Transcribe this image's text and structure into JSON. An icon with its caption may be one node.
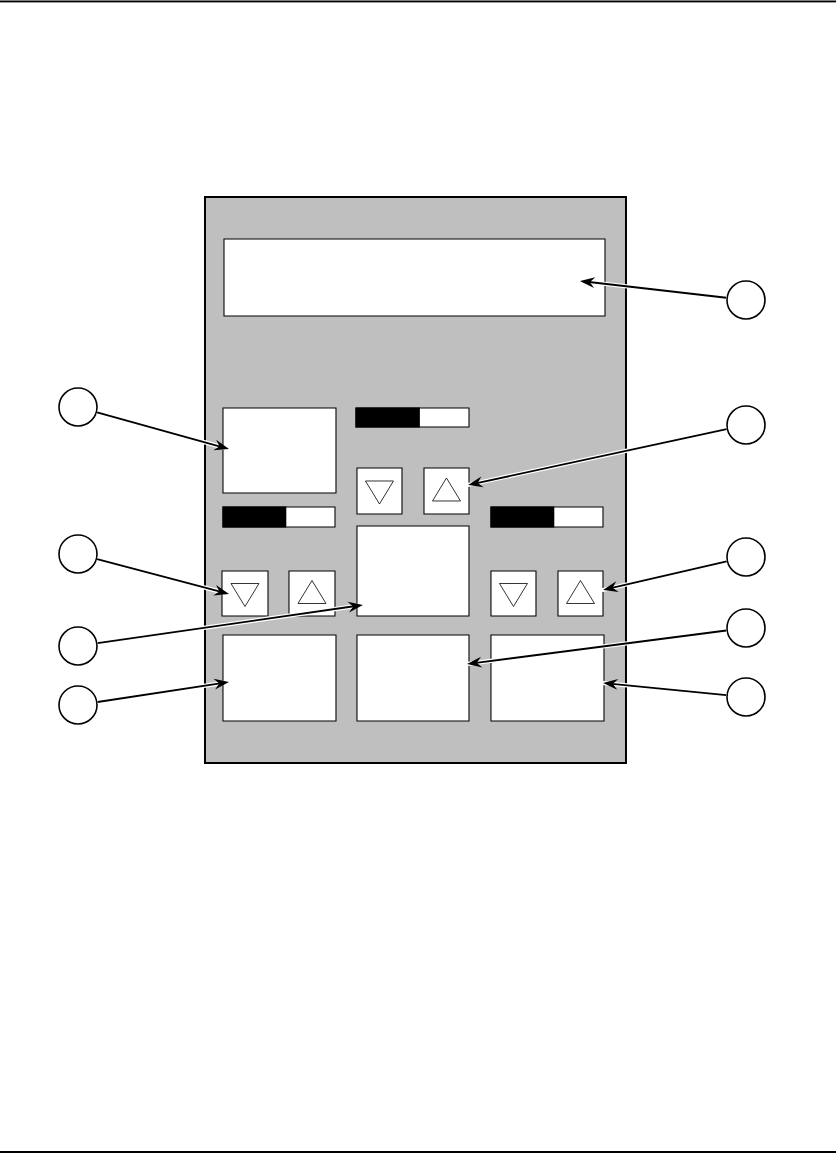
{
  "diagram": {
    "nodes": [
      {
        "text": [],
        "shape": "box"
      },
      {
        "text": [],
        "shape": "box",
        "in": 0
      },
      {
        "text": [],
        "shape": "box",
        "in": 0
      },
      {
        "text": [],
        "shape": "bar",
        "in": 0
      },
      {
        "text": [],
        "shape": "button",
        "in": 0
      },
      {
        "text": [],
        "shape": "button",
        "in": 0
      },
      {
        "text": [],
        "shape": "bar",
        "in": 0
      },
      {
        "text": [],
        "shape": "bar",
        "in": 0
      },
      {
        "text": [],
        "shape": "box",
        "in": 0
      },
      {
        "text": [],
        "shape": "button",
        "in": 0
      },
      {
        "text": [],
        "shape": "button",
        "in": 0
      },
      {
        "text": [],
        "shape": "button",
        "in": 0
      },
      {
        "text": [],
        "shape": "button",
        "in": 0
      },
      {
        "text": [],
        "shape": "box",
        "in": 0
      },
      {
        "text": [],
        "shape": "box",
        "in": 0
      },
      {
        "text": [],
        "shape": "box",
        "in": 0
      },
      {
        "text": [],
        "shape": "circle"
      },
      {
        "text": [],
        "shape": "circle"
      },
      {
        "text": [],
        "shape": "circle"
      },
      {
        "text": [],
        "shape": "circle"
      },
      {
        "text": [],
        "shape": "circle"
      },
      {
        "text": [],
        "shape": "circle"
      },
      {
        "text": [],
        "shape": "circle"
      },
      {
        "text": [],
        "shape": "circle"
      },
      {
        "text": [],
        "shape": "circle"
      }
    ],
    "edges": [
      {
        "from": 16,
        "to": 2,
        "arrow": "to"
      },
      {
        "from": 17,
        "to": 9,
        "arrow": "to"
      },
      {
        "from": 18,
        "to": 8,
        "arrow": "to"
      },
      {
        "from": 19,
        "to": 13,
        "arrow": "to"
      },
      {
        "from": 20,
        "to": 1,
        "arrow": "to"
      },
      {
        "from": 21,
        "to": 5,
        "arrow": "to"
      },
      {
        "from": 22,
        "to": 12,
        "arrow": "to"
      },
      {
        "from": 23,
        "to": 14,
        "arrow": "to"
      },
      {
        "from": 24,
        "to": 15,
        "arrow": "to"
      }
    ]
  }
}
